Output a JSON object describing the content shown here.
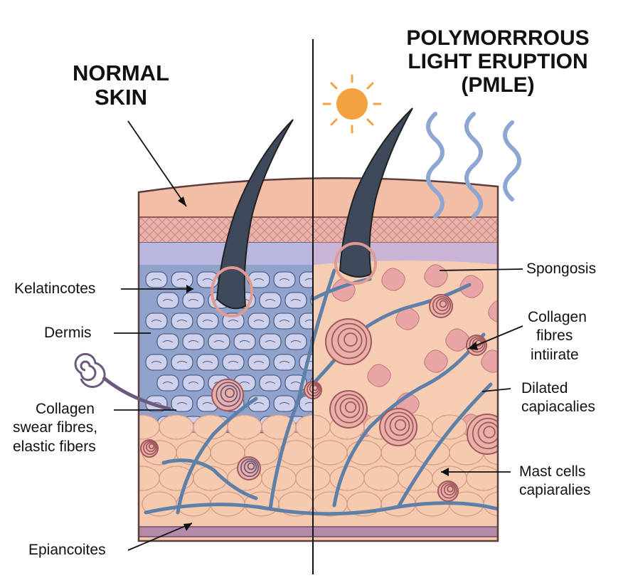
{
  "titles": {
    "normal_line1": "NORMAL",
    "normal_line2": "SKIN",
    "pmle_line1": "POLYMORRROUS",
    "pmle_line2": "LIGHT ERUPTION",
    "pmle_line3": "(PMLE)"
  },
  "labels_left": {
    "keratinocytes": "Kelatincotes",
    "dermis": "Dermis",
    "collagen_line1": "Collagen",
    "collagen_line2": "swear fibres,",
    "collagen_line3": "elastic fibers",
    "epidermis": "Epiancoites"
  },
  "labels_right": {
    "spongiosis": "Spongosis",
    "collagen_line1": "Collagen",
    "collagen_line2": "fibres",
    "collagen_line3": "intiirate",
    "dilated_line1": "Dilated",
    "dilated_line2": "capiacalies",
    "mast_line1": "Mast cells",
    "mast_line2": "capiaralies"
  },
  "colors": {
    "skin": "#f3c6a8",
    "epidermis_top": "#f0b8a2",
    "cell_blue": "#8fa2cc",
    "vessel": "#5d7fa8",
    "hair": "#3e4a5c",
    "sun": "#f2a341",
    "uv": "#8ea6d2",
    "inflamed": "#e9a4a6"
  }
}
